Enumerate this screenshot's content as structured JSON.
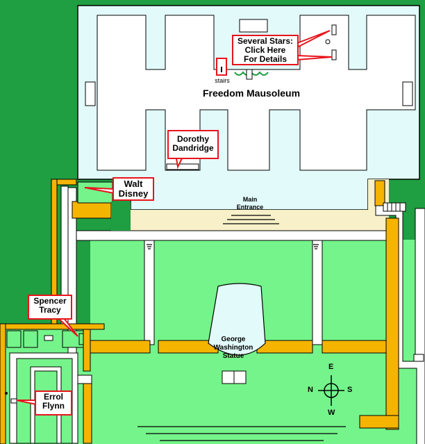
{
  "map": {
    "building_name": "Freedom Mausoleum",
    "stairs_label": "stairs",
    "main_entrance_label": "Main\nEntrance",
    "statue_label": "George\nWashington\nStatue",
    "compass": {
      "north": "N",
      "south": "S",
      "east": "E",
      "west": "W"
    }
  },
  "callouts": [
    {
      "id": "several-stars",
      "text": "Several Stars:\nClick Here\nFor Details"
    },
    {
      "id": "dorothy-dandridge",
      "text": "Dorothy\nDandridge"
    },
    {
      "id": "walt-disney",
      "text": "Walt\nDisney"
    },
    {
      "id": "spencer-tracy",
      "text": "Spencer\nTracy"
    },
    {
      "id": "errol-flynn",
      "text": "Errol\nFlynn"
    }
  ],
  "colors": {
    "background_green": "#1f9e42",
    "lawn_green": "#74f48a",
    "building_blue": "#e2fafa",
    "path_orange": "#f5b400",
    "sand": "#f7f0c8",
    "callout_border": "#e8131b"
  }
}
